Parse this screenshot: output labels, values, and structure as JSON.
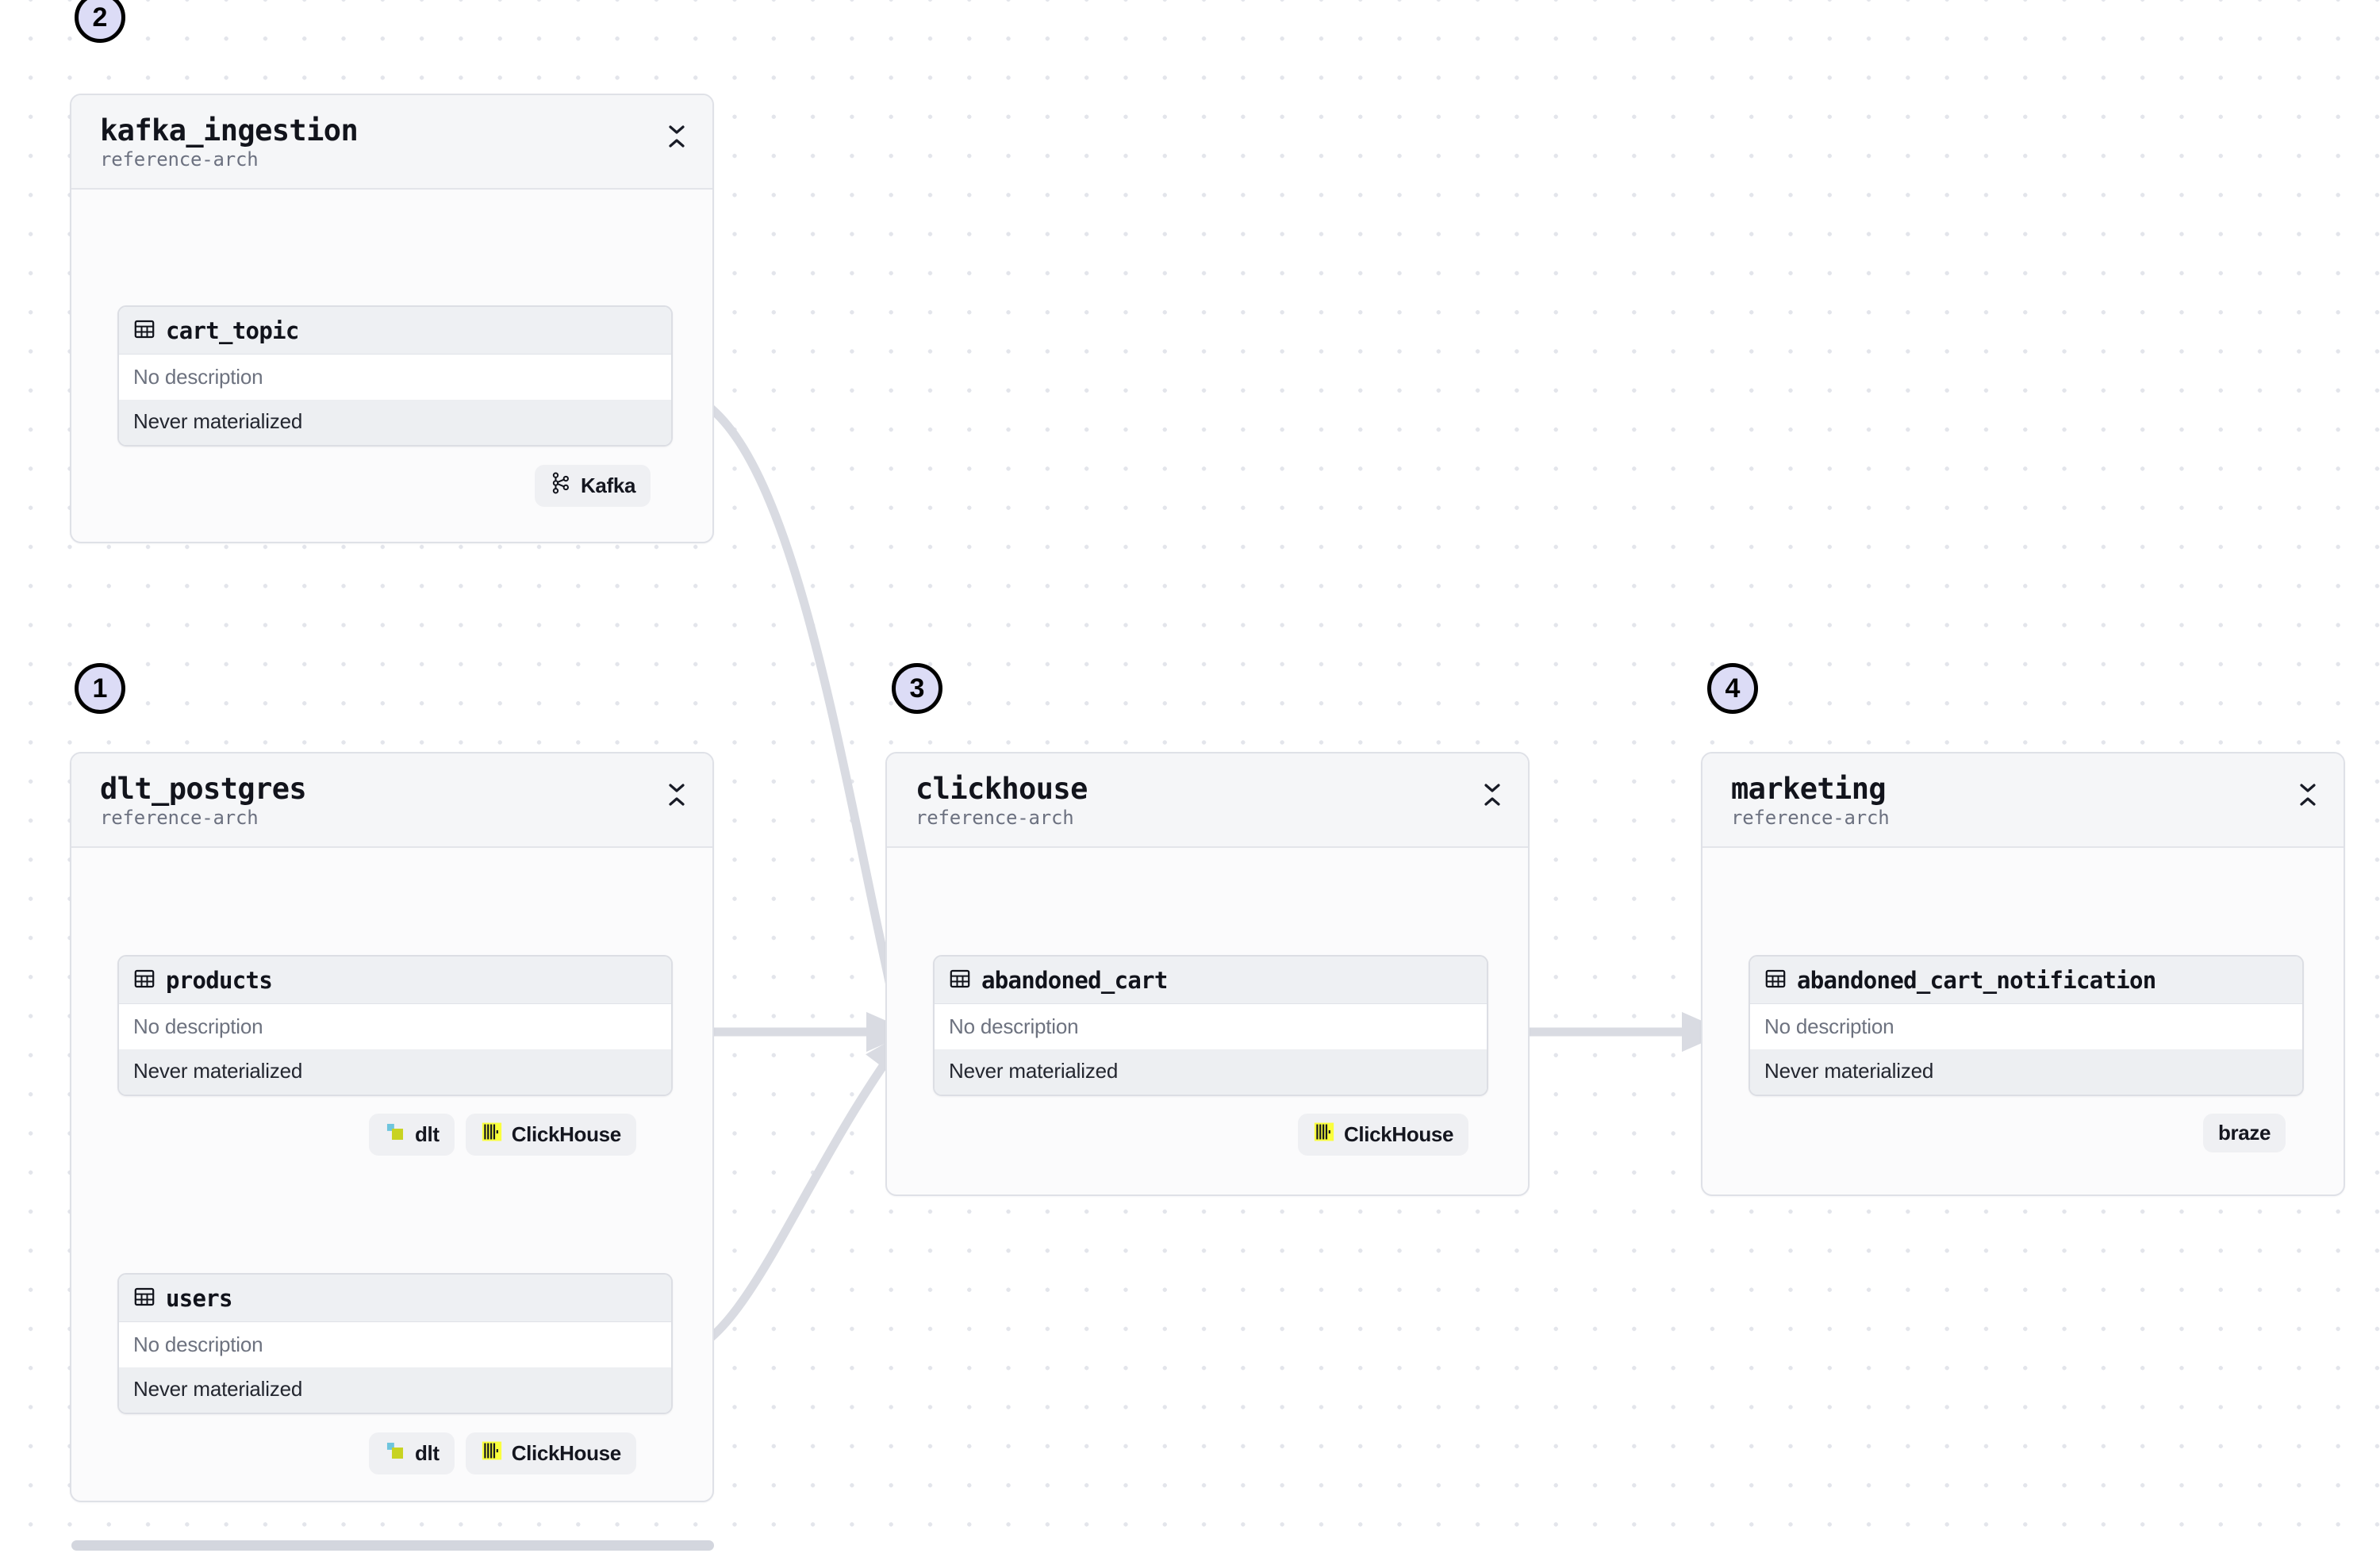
{
  "canvas": {
    "background_color": "#ffffff",
    "grid_dot_color": "#e3e5eb",
    "edge_color": "#d9dbe2",
    "step_badge_fill": "#dcdcf6",
    "step_badge_border": "#000000"
  },
  "groups": [
    {
      "id": "kafka_ingestion",
      "title": "kafka_ingestion",
      "subtitle": "reference-arch",
      "step": "2",
      "collapse_icon": "collapse-chevrons-icon"
    },
    {
      "id": "dlt_postgres",
      "title": "dlt_postgres",
      "subtitle": "reference-arch",
      "step": "1",
      "collapse_icon": "collapse-chevrons-icon"
    },
    {
      "id": "clickhouse",
      "title": "clickhouse",
      "subtitle": "reference-arch",
      "step": "3",
      "collapse_icon": "collapse-chevrons-icon"
    },
    {
      "id": "marketing",
      "title": "marketing",
      "subtitle": "reference-arch",
      "step": "4",
      "collapse_icon": "collapse-chevrons-icon"
    }
  ],
  "nodes": [
    {
      "id": "cart_topic",
      "group": "kafka_ingestion",
      "icon": "table-icon",
      "name": "cart_topic",
      "description": "No description",
      "status": "Never materialized"
    },
    {
      "id": "products",
      "group": "dlt_postgres",
      "icon": "table-icon",
      "name": "products",
      "description": "No description",
      "status": "Never materialized"
    },
    {
      "id": "users",
      "group": "dlt_postgres",
      "icon": "table-icon",
      "name": "users",
      "description": "No description",
      "status": "Never materialized"
    },
    {
      "id": "abandoned_cart",
      "group": "clickhouse",
      "icon": "table-icon",
      "name": "abandoned_cart",
      "description": "No description",
      "status": "Never materialized"
    },
    {
      "id": "abandoned_cart_notification",
      "group": "marketing",
      "icon": "table-icon",
      "name": "abandoned_cart_notification",
      "description": "No description",
      "status": "Never materialized"
    }
  ],
  "badges": {
    "kafka": {
      "label": "Kafka",
      "icon": "kafka-logo-icon"
    },
    "dlt": {
      "label": "dlt",
      "icon": "dlt-logo-icon"
    },
    "clickhouse": {
      "label": "ClickHouse",
      "icon": "clickhouse-logo-icon"
    },
    "braze": {
      "label": "braze",
      "icon": "none"
    }
  },
  "badge_groups": {
    "cart_topic": [
      "Kafka"
    ],
    "products": [
      "dlt",
      "ClickHouse"
    ],
    "users": [
      "dlt",
      "ClickHouse"
    ],
    "abandoned_cart": [
      "ClickHouse"
    ],
    "abandoned_cart_notification": [
      "braze"
    ]
  },
  "edges": [
    {
      "from": "cart_topic",
      "to": "abandoned_cart",
      "style": "curved"
    },
    {
      "from": "products",
      "to": "abandoned_cart",
      "style": "straight"
    },
    {
      "from": "users",
      "to": "abandoned_cart",
      "style": "curved"
    },
    {
      "from": "abandoned_cart",
      "to": "abandoned_cart_notification",
      "style": "straight"
    }
  ],
  "scrollbar": {
    "orientation": "horizontal"
  }
}
